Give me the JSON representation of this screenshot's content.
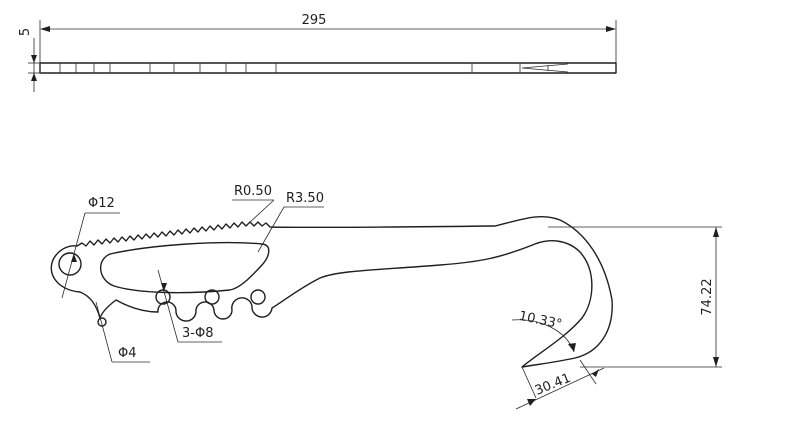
{
  "dimensions": {
    "length": "295",
    "thickness": "5",
    "height": "74.22",
    "radius_small": "R0.50",
    "radius_large": "R3.50",
    "hole_main": "Φ12",
    "hole_small": "Φ4",
    "holes_row": "3-Φ8",
    "hook_angle": "10.33°",
    "hook_tip": "30.41"
  }
}
